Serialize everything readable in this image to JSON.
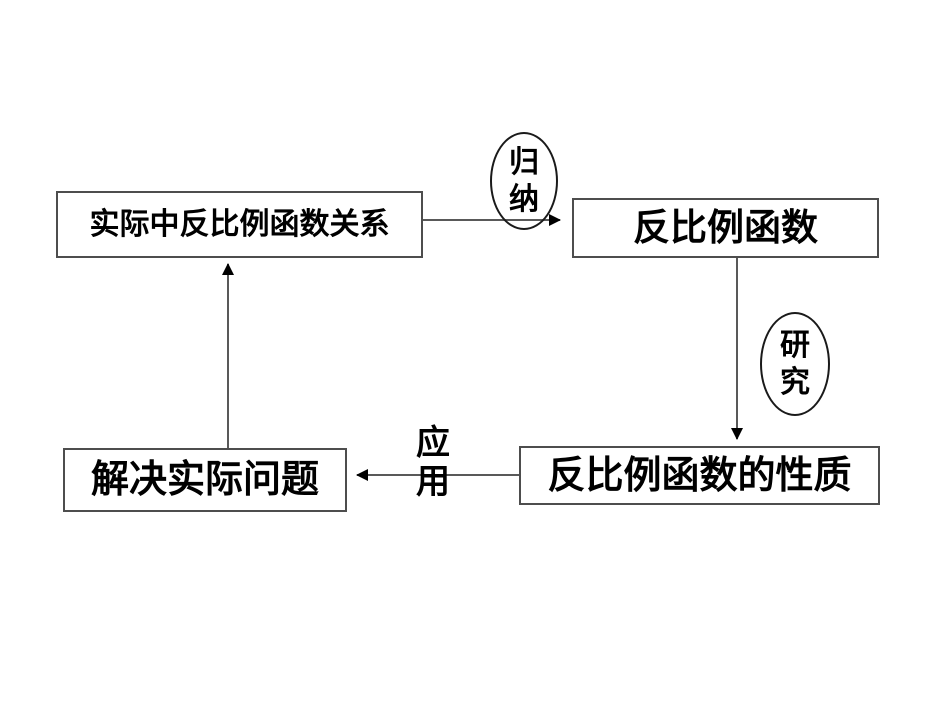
{
  "diagram": {
    "boxes": {
      "real_world": "实际中反比例函数关系",
      "inverse_function": "反比例函数",
      "properties": "反比例函数的性质",
      "solve": "解决实际问题"
    },
    "edge_labels": {
      "induce": "归纳",
      "research": "研究",
      "apply": "应用"
    },
    "edges": [
      {
        "from": "real_world",
        "to": "inverse_function",
        "label": "归纳"
      },
      {
        "from": "inverse_function",
        "to": "properties",
        "label": "研究"
      },
      {
        "from": "properties",
        "to": "solve",
        "label": "应用"
      },
      {
        "from": "solve",
        "to": "real_world",
        "label": ""
      }
    ],
    "colors": {
      "background": "#ffffff",
      "box_border": "#4d4d4d",
      "oval_border": "#1a1a1a",
      "line": "#595959",
      "arrowhead": "#000000",
      "text": "#000000"
    }
  }
}
